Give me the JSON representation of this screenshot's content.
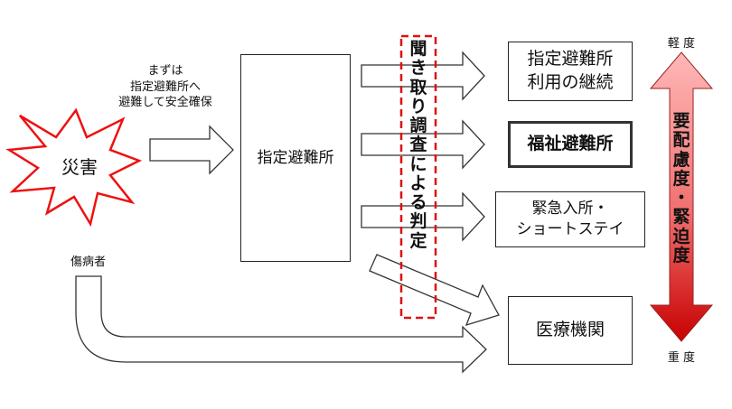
{
  "disaster": {
    "label": "災害"
  },
  "evac_note": {
    "lines": [
      "まずは",
      "指定避難所へ",
      "避難して安全確保"
    ]
  },
  "designated_shelter": {
    "label": "指定避難所"
  },
  "injured": {
    "label": "傷病者"
  },
  "interview": {
    "label": "聞き取り調査による判定"
  },
  "outcomes": {
    "continue": {
      "lines": [
        "指定避難所",
        "利用の継続"
      ]
    },
    "welfare": {
      "label": "福祉避難所"
    },
    "emergency": {
      "lines": [
        "緊急入所・",
        "ショートステイ"
      ]
    },
    "medical": {
      "label": "医療機関"
    }
  },
  "severity": {
    "mild": "軽 度",
    "severe": "重 度",
    "axis": "要配慮度・緊迫度"
  },
  "colors": {
    "burst_stroke": "#ee1111",
    "dashed_box": "#dd1111",
    "severity_top": "#ffb0b0",
    "severity_bottom": "#cc0000"
  }
}
